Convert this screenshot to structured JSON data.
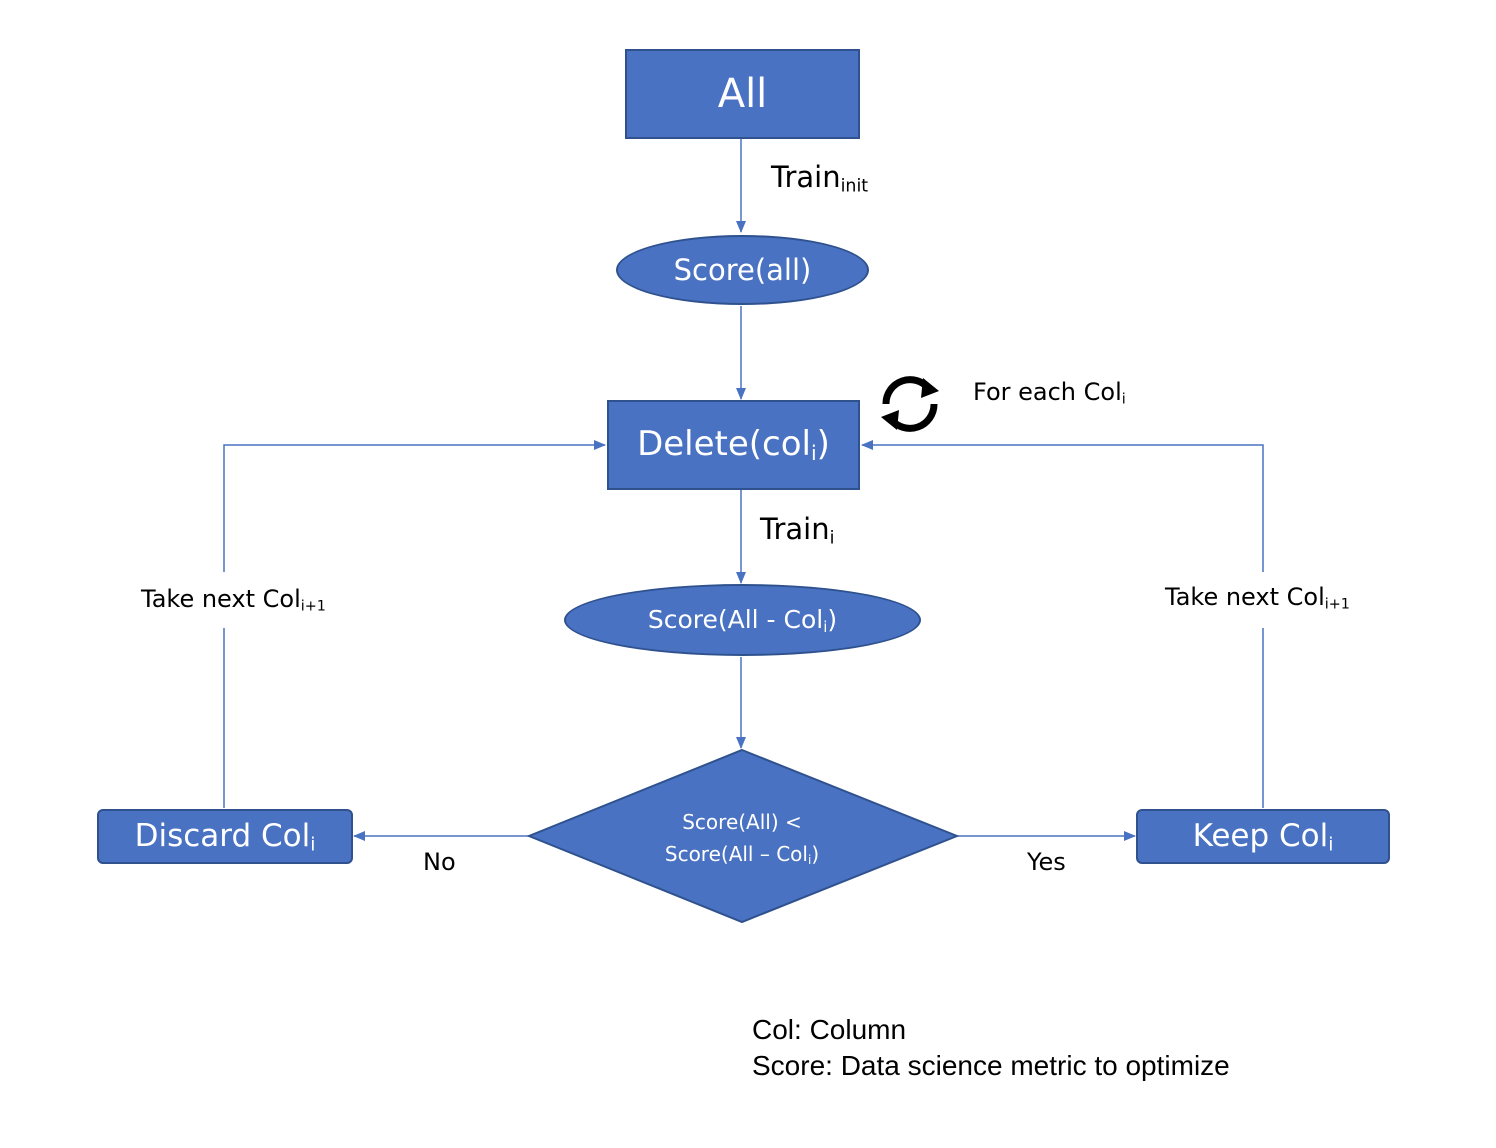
{
  "nodes": {
    "all": "All",
    "score_all": "Score(all)",
    "delete": {
      "text": "Delete(col",
      "sub": "i",
      "close": ")"
    },
    "score_minus": {
      "text": "Score(All - Col",
      "sub": "i",
      "close": ")"
    },
    "decision": {
      "line1": "Score(All) <",
      "line2": "Score(All – Col",
      "sub": "i",
      "close": ")"
    },
    "discard": {
      "text": "Discard Col",
      "sub": "i"
    },
    "keep": {
      "text": "Keep Col",
      "sub": "i"
    }
  },
  "edge_labels": {
    "train_init": {
      "text": "Train",
      "sub": "init"
    },
    "for_each": {
      "text": "For each Col",
      "sub": "i"
    },
    "train_i": {
      "text": "Train",
      "sub": "i"
    },
    "take_next_left": {
      "text": "Take next Col",
      "sub": "i+1"
    },
    "take_next_right": {
      "text": "Take next Col",
      "sub": "i+1"
    },
    "no": "No",
    "yes": "Yes"
  },
  "notes": [
    "Col: Column",
    "Score: Data science metric to optimize"
  ],
  "colors": {
    "node_fill": "#4a72c2",
    "node_border": "#2f528f",
    "line": "#4a72c2"
  },
  "icons": {
    "loop": "refresh-icon"
  }
}
